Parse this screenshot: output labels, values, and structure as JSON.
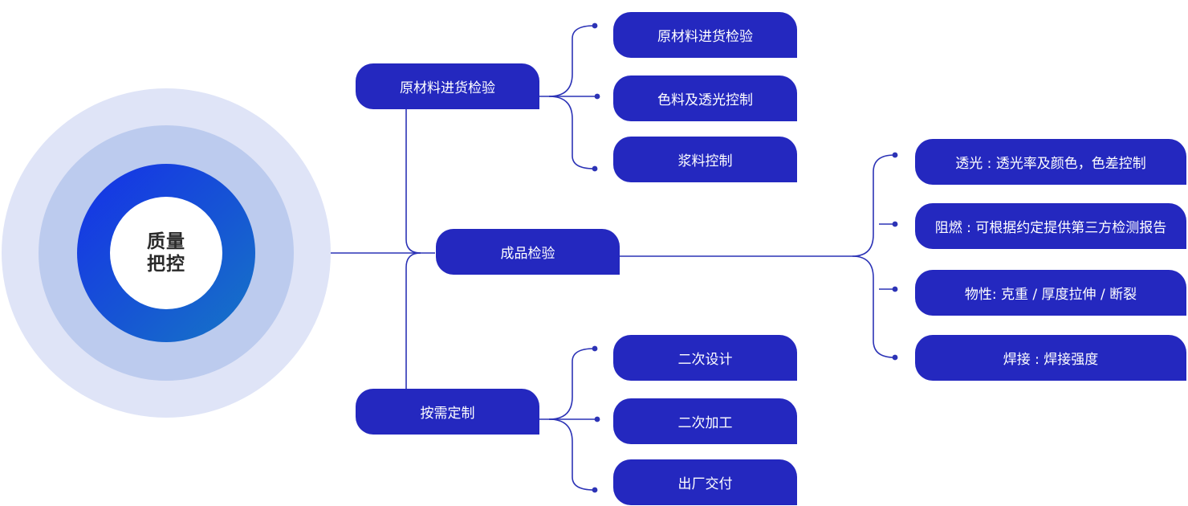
{
  "center": {
    "line1": "质量",
    "line2": "把控"
  },
  "categories": [
    {
      "label": "原材料进货检验"
    },
    {
      "label": "成品检验"
    },
    {
      "label": "按需定制"
    }
  ],
  "raw_material_items": [
    {
      "label": "原材料进货检验"
    },
    {
      "label": "色料及透光控制"
    },
    {
      "label": "浆料控制"
    }
  ],
  "finished_product_items": [
    {
      "label": "透光 : 透光率及颜色，色差控制"
    },
    {
      "label": "阻燃 : 可根据约定提供第三方检测报告"
    },
    {
      "label": "物性:  克重 / 厚度拉伸 / 断裂"
    },
    {
      "label": "焊接 : 焊接强度"
    }
  ],
  "custom_items": [
    {
      "label": "二次设计"
    },
    {
      "label": "二次加工"
    },
    {
      "label": "出厂交付"
    }
  ],
  "colors": {
    "node_fill": "#2428bf",
    "connector": "#2c33b6",
    "ring_outer": "#dfe4f7",
    "ring_middle": "#bccbee",
    "ring_inner": "#1545e0"
  }
}
